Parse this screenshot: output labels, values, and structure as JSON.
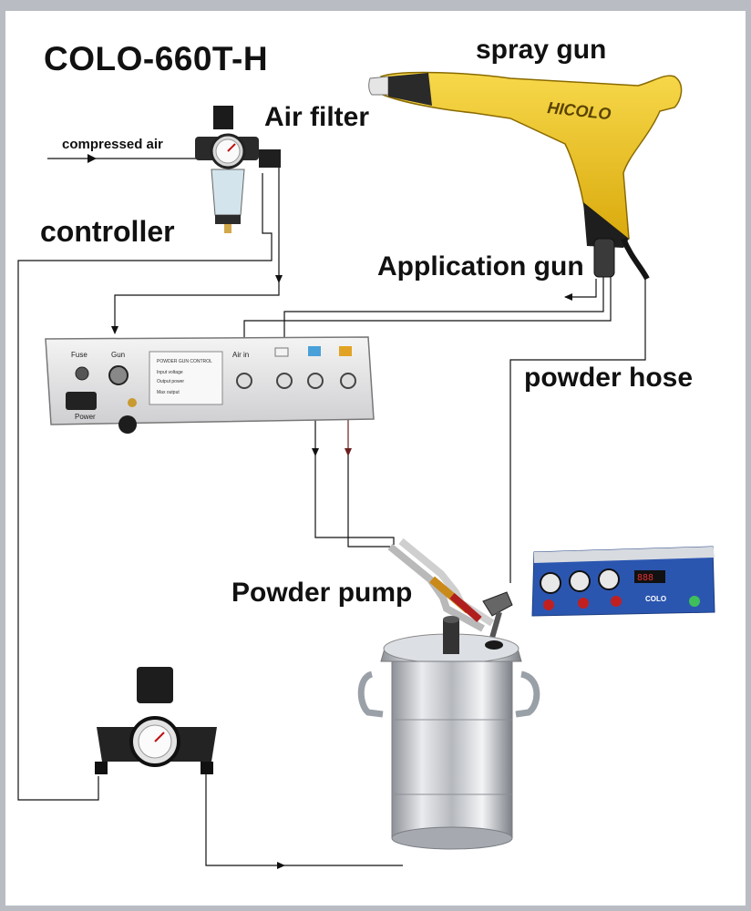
{
  "title": "COLO-660T-H",
  "labels": {
    "spray_gun": "spray gun",
    "air_filter": "Air filter",
    "compressed_air": "compressed air",
    "controller": "controller",
    "application_gun": "Application gun",
    "powder_hose": "powder hose",
    "powder_pump": "Powder pump"
  },
  "gun_brand": "HICOLO",
  "panel": {
    "fuse": "Fuse",
    "gun": "Gun",
    "air_in": "Air in",
    "power": "Power"
  },
  "machine_brand": "COLO",
  "colors": {
    "gun_yellow": "#f2c81e",
    "line": "#111111",
    "arrow_red": "#6b1f1f",
    "controller_blue": "#2b56b0"
  }
}
